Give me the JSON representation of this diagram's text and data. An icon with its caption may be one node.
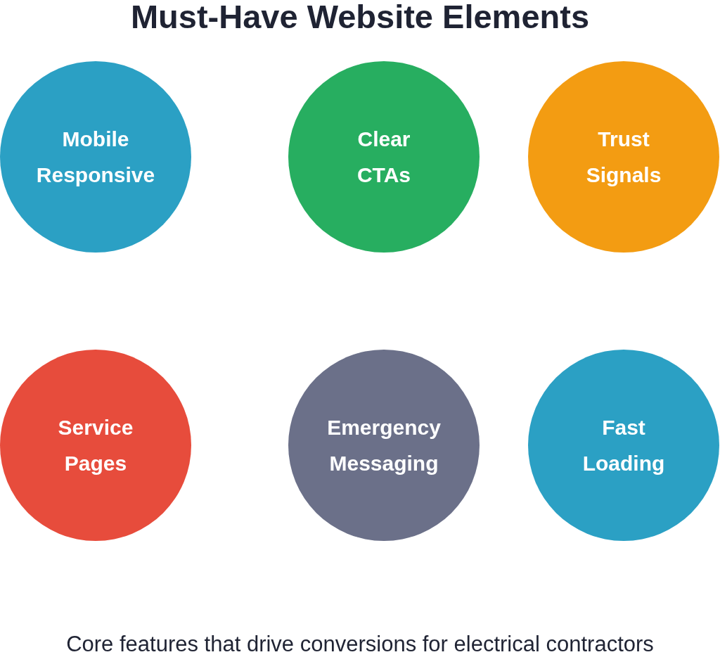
{
  "diagram": {
    "title": "Must-Have Website Elements",
    "caption": "Core features that drive conversions for electrical contractors",
    "nodes": [
      {
        "text": [
          "Mobile Responsive"
        ]
      },
      {
        "text": [
          "Clear CTAs"
        ]
      },
      {
        "text": [
          "Trust Signals"
        ]
      },
      {
        "text": [
          "Service Pages"
        ]
      },
      {
        "text": [
          "Emergency Messaging"
        ]
      },
      {
        "text": [
          "Fast Loading"
        ]
      }
    ],
    "edges": []
  }
}
